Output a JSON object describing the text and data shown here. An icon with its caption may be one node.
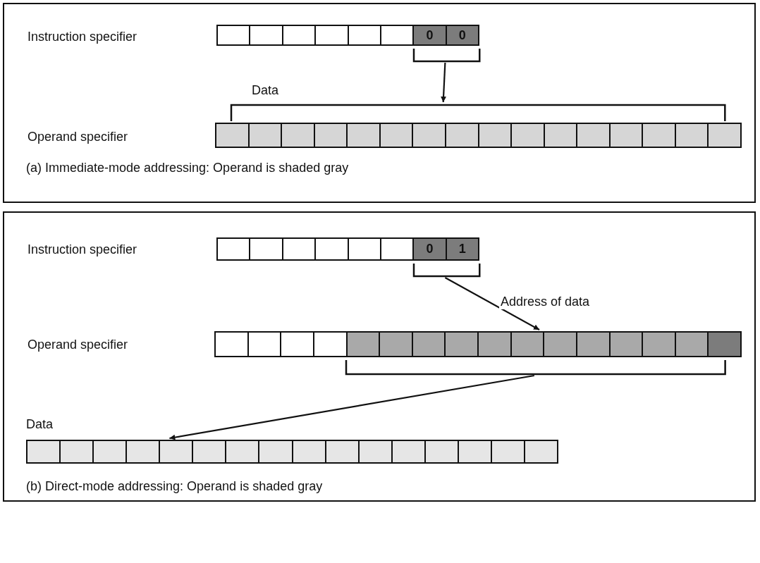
{
  "diagram": {
    "nodes": [
      {
        "text": [
          "(a) Immediate-mode addressing: Operand is shaded gray"
        ]
      },
      {
        "text": [
          "0",
          "0"
        ],
        "in": 0
      },
      {
        "text": [],
        "shape": "bar",
        "in": 0,
        "beside": [
          "Data"
        ]
      },
      {
        "text": [
          "(b) Direct-mode addressing: Operand is shaded gray"
        ]
      },
      {
        "text": [
          "0",
          "1"
        ],
        "in": 3
      },
      {
        "text": [],
        "shape": "bar",
        "in": 3
      },
      {
        "text": [],
        "shape": "bar",
        "in": 3,
        "beside": [
          "Data"
        ]
      }
    ],
    "edges": [
      {
        "from": 1,
        "to": 2,
        "arrow": "to"
      },
      {
        "from": 4,
        "to": 5,
        "arrow": "to",
        "label": "Address of data"
      },
      {
        "from": 5,
        "to": 6,
        "arrow": "to"
      }
    ],
    "labels": [
      "Instruction specifier",
      "Operand specifier",
      "Instruction specifier",
      "Operand specifier"
    ]
  }
}
